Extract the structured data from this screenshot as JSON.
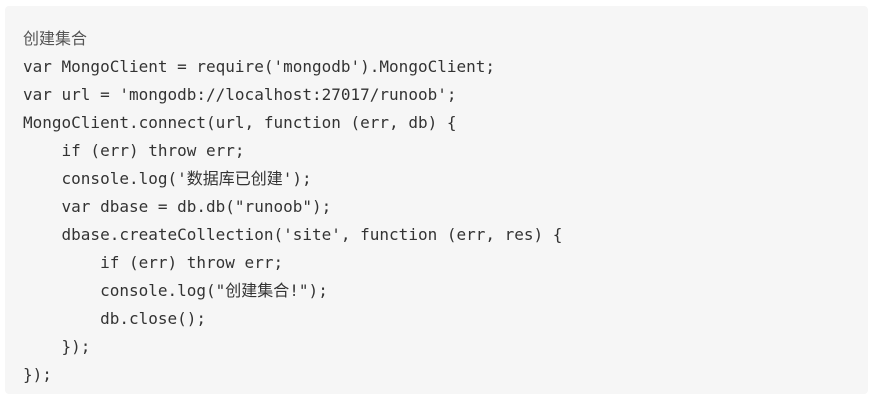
{
  "code_block": {
    "title": "创建集合",
    "lines": [
      "var MongoClient = require('mongodb').MongoClient;",
      "var url = 'mongodb://localhost:27017/runoob';",
      "MongoClient.connect(url, function (err, db) {",
      "    if (err) throw err;",
      "    console.log('数据库已创建');",
      "    var dbase = db.db(\"runoob\");",
      "    dbase.createCollection('site', function (err, res) {",
      "        if (err) throw err;",
      "        console.log(\"创建集合!\");",
      "        db.close();",
      "    });",
      "});"
    ]
  },
  "colors": {
    "panel_background": "#f6f6f6",
    "code_text": "#333333",
    "title_text": "#555555"
  }
}
